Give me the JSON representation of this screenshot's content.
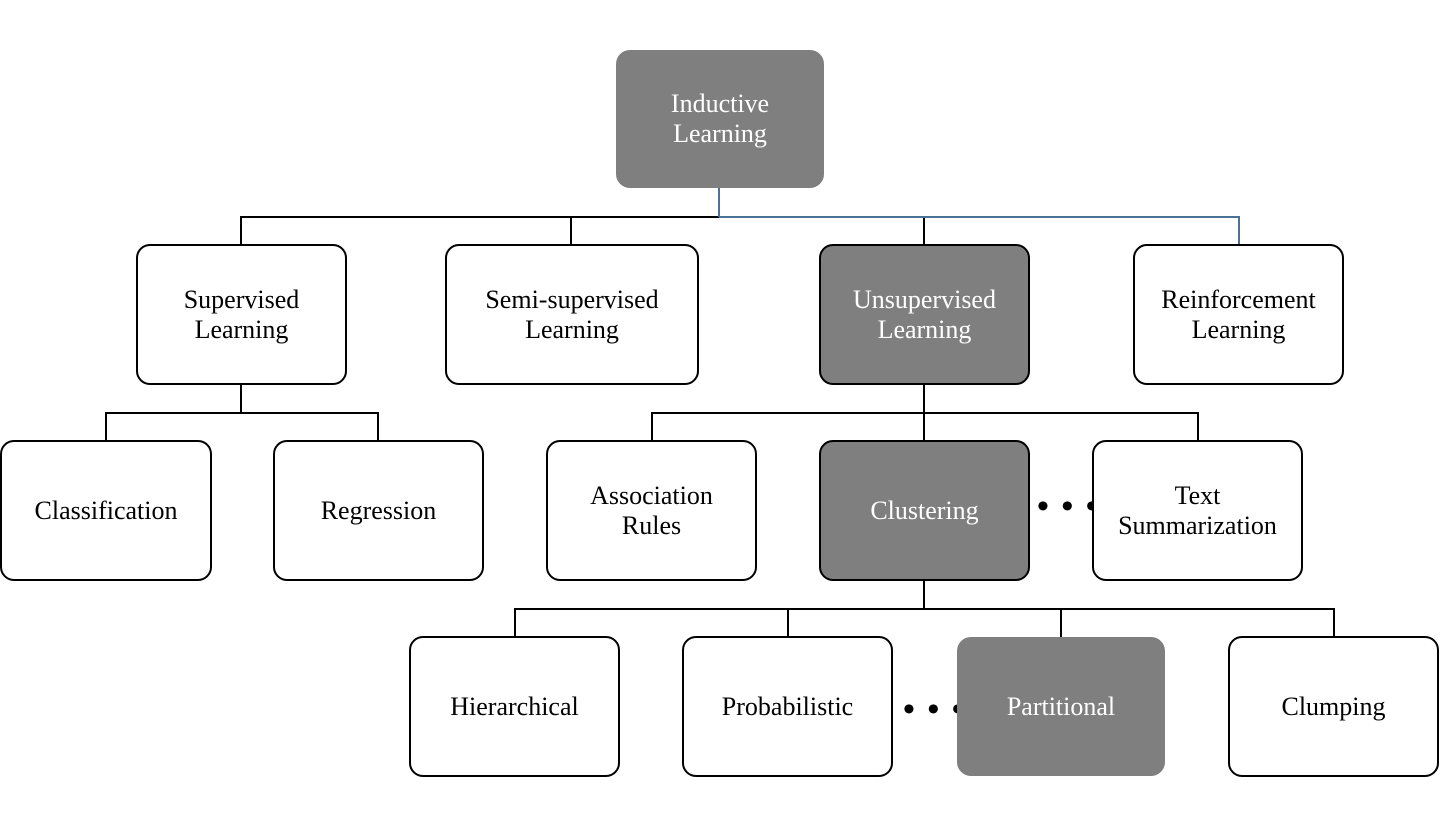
{
  "diagram": {
    "colors": {
      "highlight_fill": "#7f7f7f",
      "normal_fill": "#ffffff",
      "edge": "#000000",
      "highlight_edge": "#4a7298"
    },
    "root": {
      "label": "Inductive\nLearning"
    },
    "level1": [
      {
        "label": "Supervised\nLearning"
      },
      {
        "label": "Semi-supervised\nLearning"
      },
      {
        "label": "Unsupervised\nLearning"
      },
      {
        "label": "Reinforcement\nLearning"
      }
    ],
    "supervised_children": [
      {
        "label": "Classification"
      },
      {
        "label": "Regression"
      }
    ],
    "unsupervised_children": [
      {
        "label": "Association\nRules"
      },
      {
        "label": "Clustering"
      },
      {
        "label": "Text\nSummarization"
      }
    ],
    "clustering_children": [
      {
        "label": "Hierarchical"
      },
      {
        "label": "Probabilistic"
      },
      {
        "label": "Partitional"
      },
      {
        "label": "Clumping"
      }
    ],
    "ellipsis": "• • •"
  }
}
